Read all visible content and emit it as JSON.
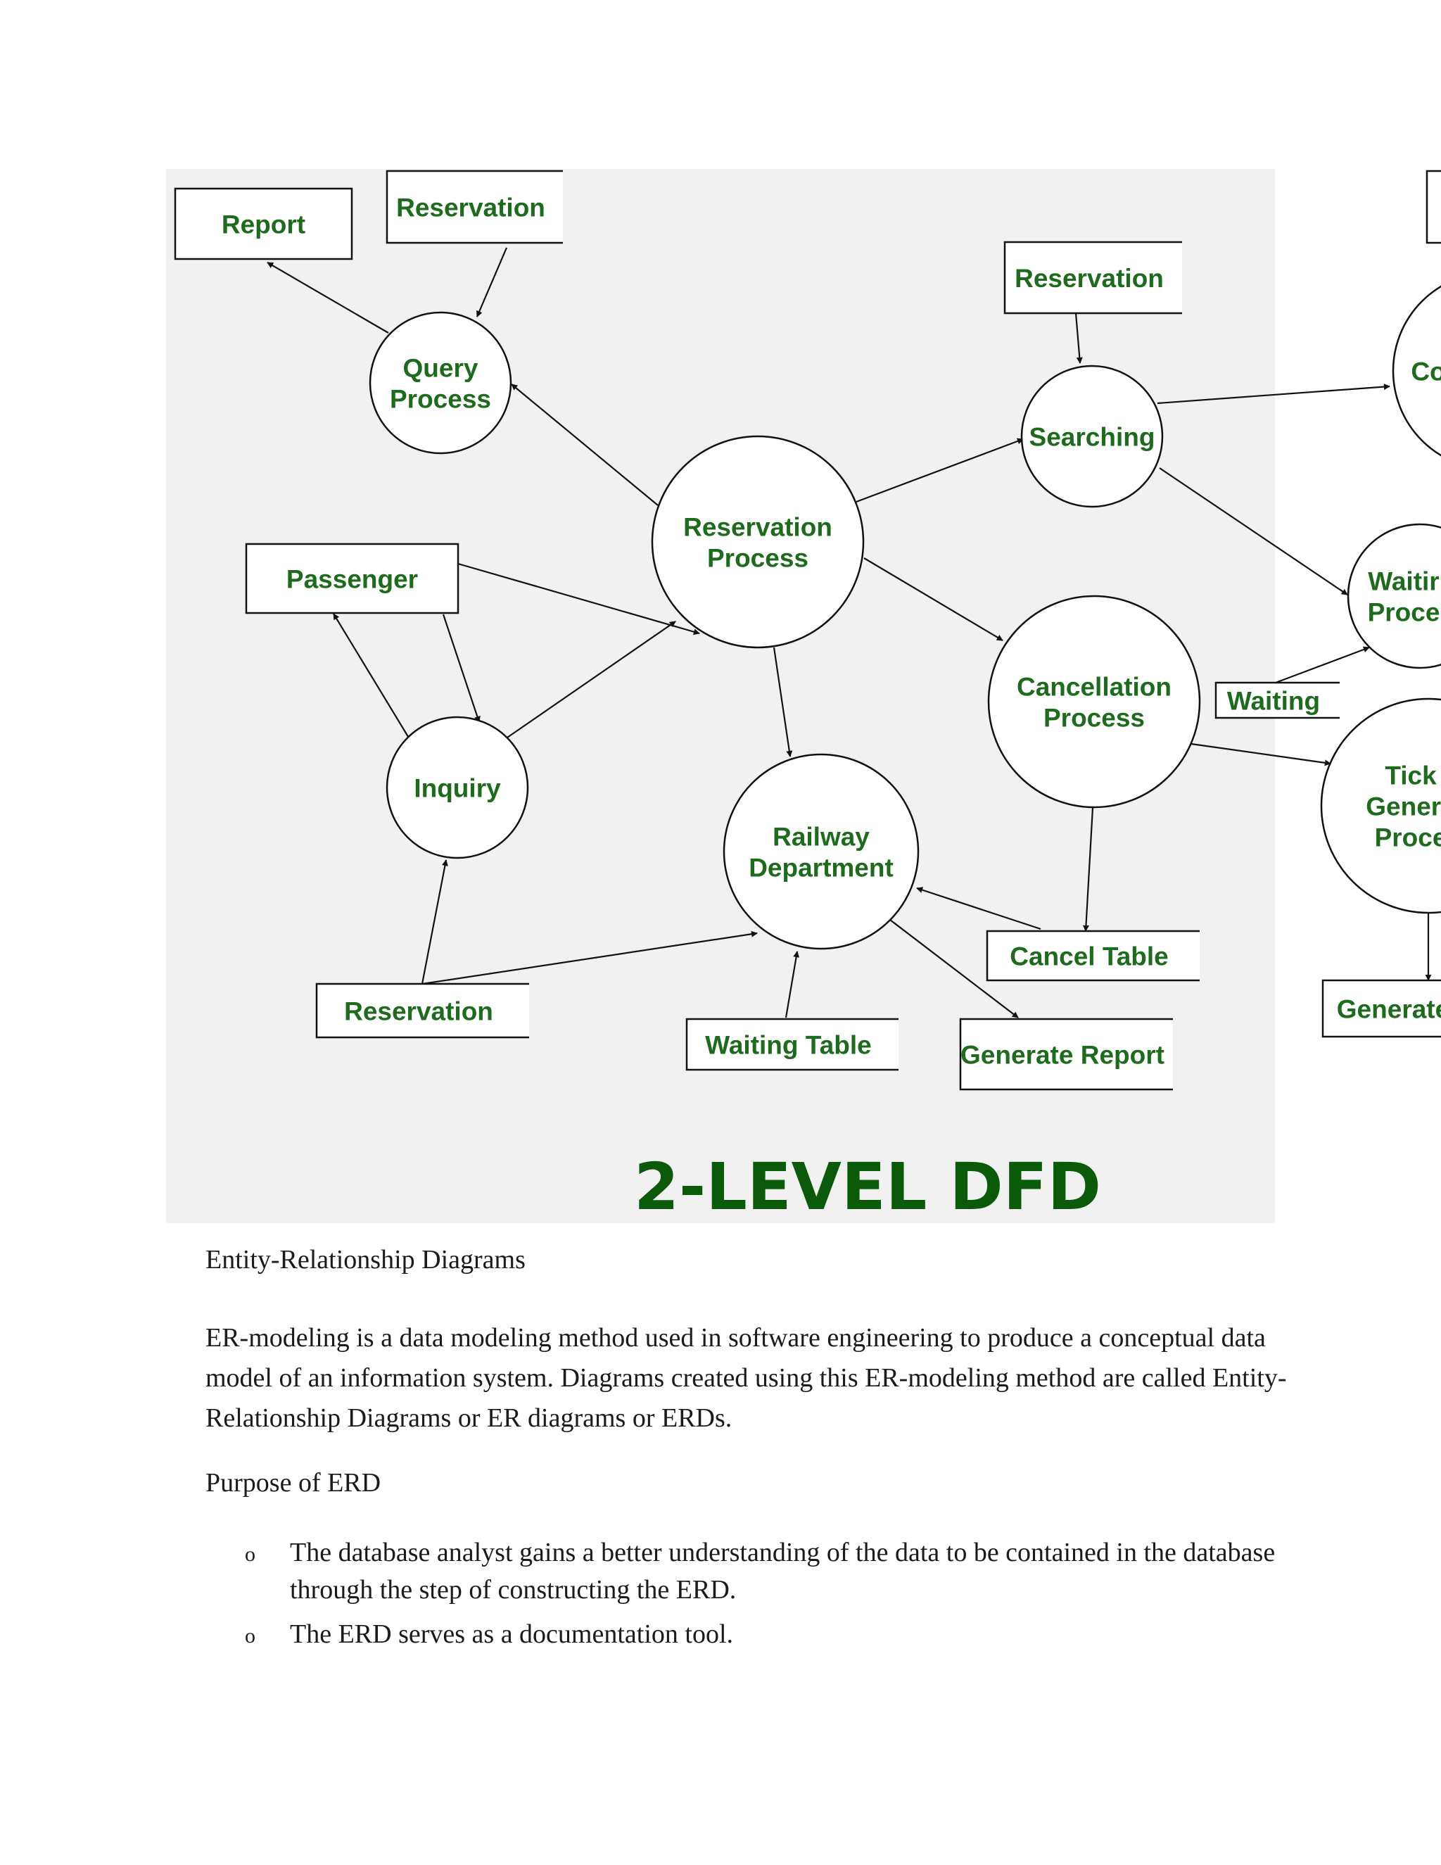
{
  "diagram": {
    "title": "2-LEVEL DFD",
    "boxes": [
      {
        "id": "report",
        "label": [
          "Report"
        ]
      },
      {
        "id": "reservation_top",
        "label": [
          "Reservation"
        ]
      },
      {
        "id": "reservation_right",
        "label": [
          "Reservation"
        ]
      },
      {
        "id": "box_far_right_top",
        "label": []
      },
      {
        "id": "passenger",
        "label": [
          "Passenger"
        ]
      },
      {
        "id": "reservation_bottom",
        "label": [
          "Reservation"
        ]
      },
      {
        "id": "waiting_table",
        "label": [
          "Waiting Table"
        ]
      },
      {
        "id": "cancel_table",
        "label": [
          "Cancel Table"
        ]
      },
      {
        "id": "generate_report",
        "label": [
          "Generate Report"
        ]
      },
      {
        "id": "waiting_store",
        "label": [
          "Waiting"
        ]
      },
      {
        "id": "generate_far_right",
        "label": [
          "Generate"
        ]
      }
    ],
    "processes": [
      {
        "id": "query_process",
        "label": [
          "Query",
          "Process"
        ]
      },
      {
        "id": "reservation_process",
        "label": [
          "Reservation",
          "Process"
        ]
      },
      {
        "id": "searching",
        "label": [
          "Searching"
        ]
      },
      {
        "id": "cancellation_process",
        "label": [
          "Cancellation",
          "Process"
        ]
      },
      {
        "id": "inquiry",
        "label": [
          "Inquiry"
        ]
      },
      {
        "id": "railway_department",
        "label": [
          "Railway",
          "Department"
        ]
      },
      {
        "id": "partial_co",
        "label": [
          "Co"
        ]
      },
      {
        "id": "partial_waiting",
        "label": [
          "Waitir",
          "Proce"
        ]
      },
      {
        "id": "partial_ticket",
        "label": [
          "Tick",
          "Genera",
          "Proce"
        ]
      }
    ]
  },
  "text": {
    "er_heading": "Entity-Relationship Diagrams",
    "er_paragraph": "ER-modeling is a data modeling method used in software engineering to produce a conceptual data model of an information system. Diagrams created using this ER-modeling method are called Entity-Relationship Diagrams or ER diagrams or ERDs.",
    "purpose_heading": "Purpose of ERD",
    "bullet_char": "o",
    "purpose_items": [
      "The database analyst gains a better understanding of the data to be contained in the database through the step of constructing the ERD.",
      "The ERD serves as a documentation tool."
    ]
  }
}
